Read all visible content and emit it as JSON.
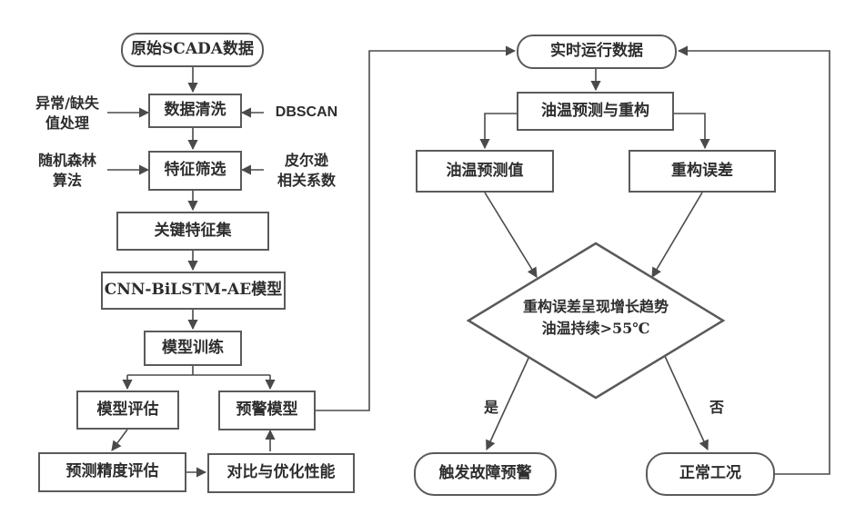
{
  "left_flow": {
    "start": "原始SCADA数据",
    "clean": "数据清洗",
    "select": "特征筛选",
    "keyset": "关键特征集",
    "model": "CNN-BiLSTM-AE模型",
    "train": "模型训练",
    "evaluate": "模型评估",
    "warn_model": "预警模型",
    "accuracy": "预测精度评估",
    "compare": "对比与优化性能"
  },
  "side_inputs": {
    "missing": "异常/缺失\n值处理",
    "dbscan": "DBSCAN",
    "rf": "随机森林\n算法",
    "pearson": "皮尔逊\n相关系数"
  },
  "right_flow": {
    "realtime": "实时运行数据",
    "predict": "油温预测与重构",
    "pred_value": "油温预测值",
    "recon_error": "重构误差",
    "decision": "重构误差呈现增长趋势\n油温持续>55℃",
    "yes": "是",
    "no": "否",
    "alarm": "触发故障预警",
    "normal": "正常工况"
  }
}
